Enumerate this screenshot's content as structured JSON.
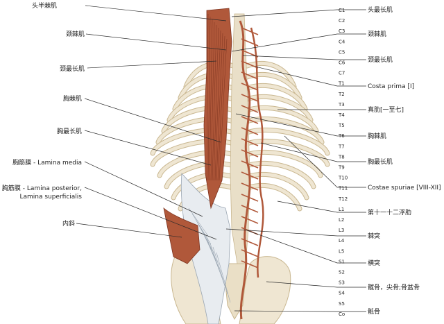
{
  "left_labels": [
    "头半棘肌",
    "颈棘肌",
    "颈最长肌",
    "胸棘肌",
    "胸最长肌",
    "胸筋膜 - Lamina media",
    "胸筋膜 - Lamina posterior,",
    "Lamina superficialis",
    "内斜"
  ],
  "right_labels": [
    "头最长肌",
    "颈棘肌",
    "颈最长肌",
    "Costa prima [I]",
    "真肋[一至七]",
    "胸棘肌",
    "胸最长肌",
    "Costae spuriae [VIII-XII]",
    "第十一十二浮肋",
    "棘突",
    "横突",
    "髋骨，尖骨;骨盆骨",
    "骶骨"
  ],
  "vertebrae": [
    "C1",
    "C2",
    "C3",
    "C4",
    "C5",
    "C6",
    "C7",
    "T1",
    "T2",
    "T3",
    "T4",
    "T5",
    "T6",
    "T7",
    "T8",
    "T9",
    "T10",
    "T11",
    "T12",
    "L1",
    "L2",
    "L3",
    "L4",
    "L5",
    "S1",
    "S2",
    "S3",
    "S4",
    "S5",
    "Co"
  ],
  "colors": {
    "bone": "#efe6d2",
    "bone_edge": "#c9b790",
    "muscle": "#b0583a",
    "muscle_dark": "#7e3420",
    "fascia": "#e8ecf0",
    "leader": "#2a2a2a"
  }
}
